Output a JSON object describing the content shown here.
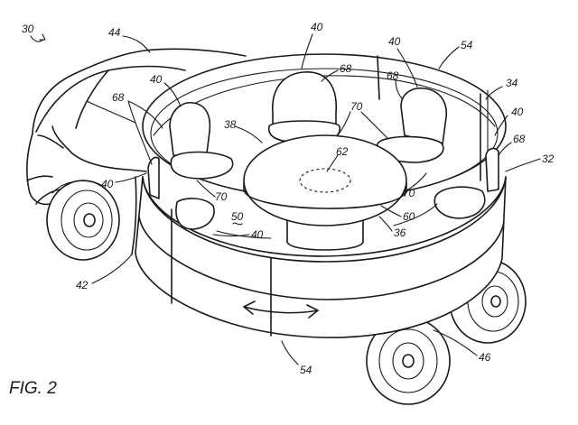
{
  "figure": {
    "caption": "FIG. 2",
    "reference_numerals": [
      {
        "id": "ref-30",
        "text": "30"
      },
      {
        "id": "ref-44",
        "text": "44"
      },
      {
        "id": "ref-40-top",
        "text": "40"
      },
      {
        "id": "ref-40-rtop",
        "text": "40"
      },
      {
        "id": "ref-54-top",
        "text": "54"
      },
      {
        "id": "ref-68-mid",
        "text": "68"
      },
      {
        "id": "ref-68-r",
        "text": "68"
      },
      {
        "id": "ref-34",
        "text": "34"
      },
      {
        "id": "ref-40-left",
        "text": "40"
      },
      {
        "id": "ref-68-left",
        "text": "68"
      },
      {
        "id": "ref-38",
        "text": "38"
      },
      {
        "id": "ref-70-top",
        "text": "70"
      },
      {
        "id": "ref-40-r",
        "text": "40"
      },
      {
        "id": "ref-68-rr",
        "text": "68"
      },
      {
        "id": "ref-62",
        "text": "62"
      },
      {
        "id": "ref-32",
        "text": "32"
      },
      {
        "id": "ref-40-l2",
        "text": "40"
      },
      {
        "id": "ref-70-l",
        "text": "70"
      },
      {
        "id": "ref-70-r",
        "text": "70"
      },
      {
        "id": "ref-50",
        "text": "50"
      },
      {
        "id": "ref-60",
        "text": "60"
      },
      {
        "id": "ref-40-bot",
        "text": "40"
      },
      {
        "id": "ref-36",
        "text": "36"
      },
      {
        "id": "ref-42",
        "text": "42"
      },
      {
        "id": "ref-54-bot",
        "text": "54"
      },
      {
        "id": "ref-46",
        "text": "46"
      }
    ]
  }
}
